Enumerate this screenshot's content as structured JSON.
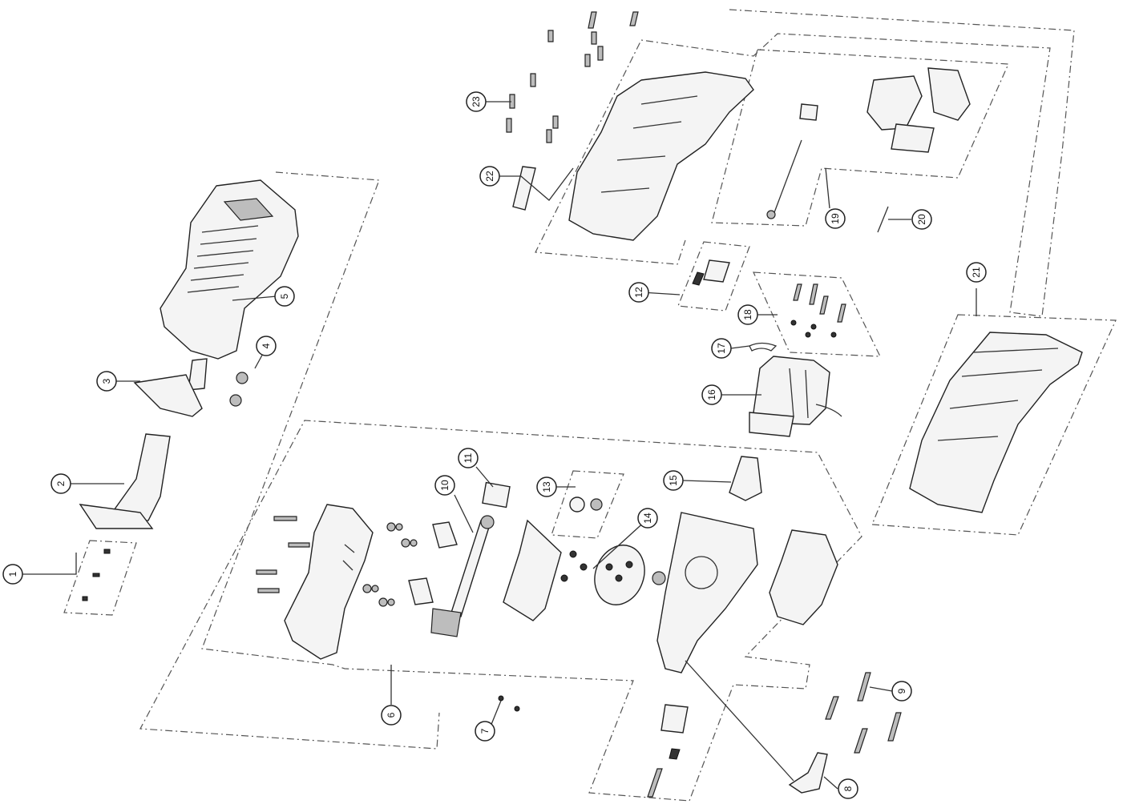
{
  "callouts": [
    {
      "id": "1",
      "label": "1"
    },
    {
      "id": "2",
      "label": "2"
    },
    {
      "id": "3",
      "label": "3"
    },
    {
      "id": "4",
      "label": "4"
    },
    {
      "id": "5",
      "label": "5"
    },
    {
      "id": "6",
      "label": "6"
    },
    {
      "id": "7",
      "label": "7"
    },
    {
      "id": "8",
      "label": "8"
    },
    {
      "id": "9",
      "label": "9"
    },
    {
      "id": "10",
      "label": "10"
    },
    {
      "id": "11",
      "label": "11"
    },
    {
      "id": "12",
      "label": "12"
    },
    {
      "id": "13",
      "label": "13"
    },
    {
      "id": "14",
      "label": "14"
    },
    {
      "id": "15",
      "label": "15"
    },
    {
      "id": "16",
      "label": "16"
    },
    {
      "id": "17",
      "label": "17"
    },
    {
      "id": "18",
      "label": "18"
    },
    {
      "id": "19",
      "label": "19"
    },
    {
      "id": "20",
      "label": "20"
    },
    {
      "id": "21",
      "label": "21"
    },
    {
      "id": "22",
      "label": "22"
    },
    {
      "id": "23",
      "label": "23"
    }
  ],
  "colors": {
    "line": "#222222",
    "background": "#ffffff",
    "shade": "#bdbdbd"
  }
}
